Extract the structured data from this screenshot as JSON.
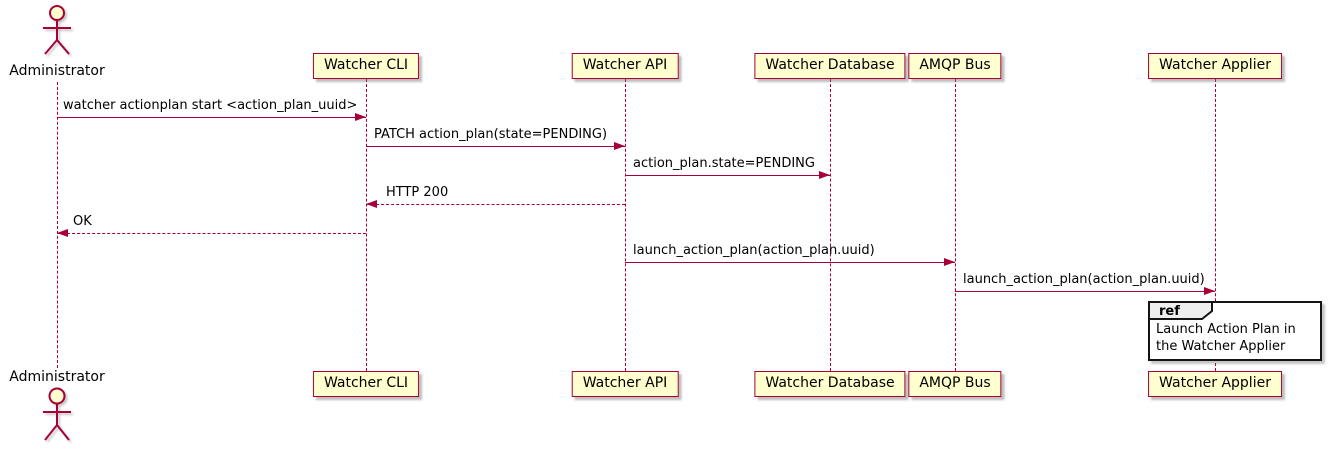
{
  "diagram": {
    "kind": "uml-sequence-diagram",
    "participants": [
      {
        "name": "Administrator",
        "type": "actor"
      },
      {
        "name": "Watcher CLI",
        "type": "participant"
      },
      {
        "name": "Watcher API",
        "type": "participant"
      },
      {
        "name": "Watcher Database",
        "type": "participant"
      },
      {
        "name": "AMQP Bus",
        "type": "participant"
      },
      {
        "name": "Watcher Applier",
        "type": "participant"
      }
    ],
    "messages": [
      {
        "text": "watcher actionplan start <action_plan_uuid>",
        "from": "Administrator",
        "to": "Watcher CLI",
        "line": "solid"
      },
      {
        "text": "PATCH action_plan(state=PENDING)",
        "from": "Watcher CLI",
        "to": "Watcher API",
        "line": "solid"
      },
      {
        "text": "action_plan.state=PENDING",
        "from": "Watcher API",
        "to": "Watcher Database",
        "line": "solid"
      },
      {
        "text": "HTTP 200",
        "from": "Watcher API",
        "to": "Watcher CLI",
        "line": "dashed"
      },
      {
        "text": "OK",
        "from": "Watcher CLI",
        "to": "Administrator",
        "line": "dashed"
      },
      {
        "text": "launch_action_plan(action_plan.uuid)",
        "from": "Watcher API",
        "to": "AMQP Bus",
        "line": "solid"
      },
      {
        "text": "launch_action_plan(action_plan.uuid)",
        "from": "AMQP Bus",
        "to": "Watcher Applier",
        "line": "solid"
      }
    ],
    "ref_fragment": {
      "keyword": "ref",
      "text": "Launch Action Plan in the Watcher Applier",
      "over": "Watcher Applier"
    },
    "colors": {
      "accent": "#A80036",
      "participant_fill": "#FEFECE",
      "ref_border": "#141414",
      "ref_header_fill": "#EEEEEE",
      "text": "#000000",
      "background": "#FFFFFF"
    }
  }
}
